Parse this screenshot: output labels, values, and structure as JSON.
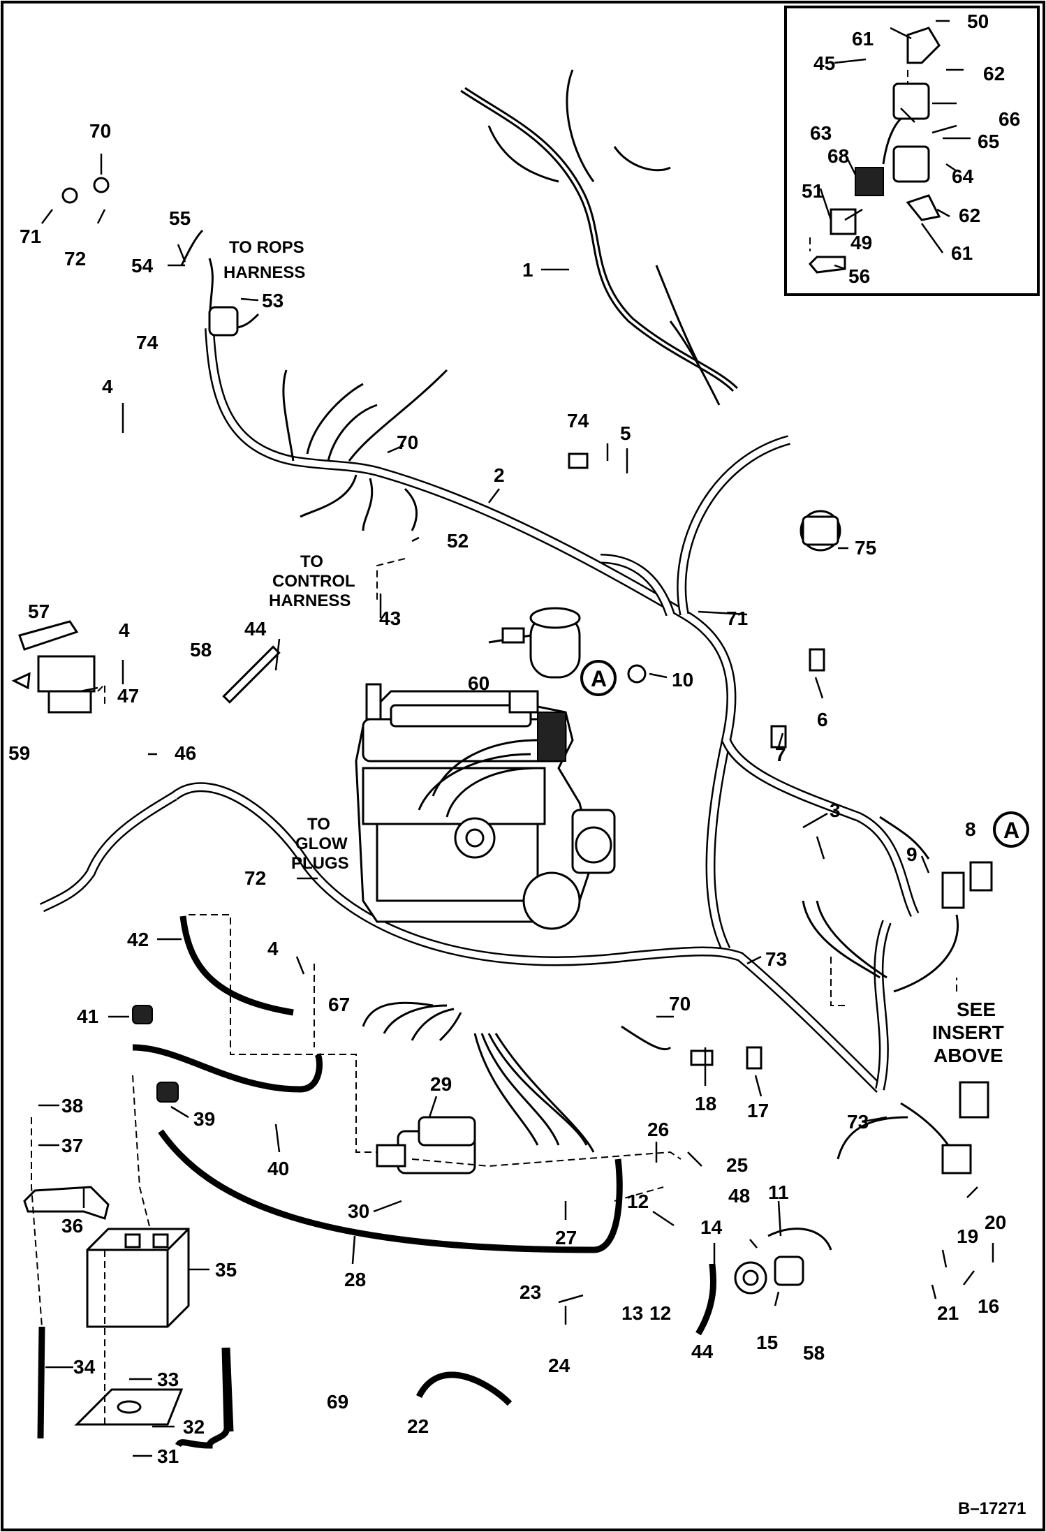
{
  "labels": {
    "p1": "1",
    "p2": "2",
    "p3": "3",
    "p4a": "4",
    "p4b": "4",
    "p4c": "4",
    "p5": "5",
    "p6": "6",
    "p7": "7",
    "p8": "8",
    "p9": "9",
    "p10": "10",
    "p11": "11",
    "p12a": "12",
    "p12b": "12",
    "p13": "13",
    "p14": "14",
    "p15": "15",
    "p16": "16",
    "p17": "17",
    "p18": "18",
    "p19": "19",
    "p20": "20",
    "p21": "21",
    "p22": "22",
    "p23": "23",
    "p24": "24",
    "p25": "25",
    "p26": "26",
    "p27": "27",
    "p28": "28",
    "p29": "29",
    "p30": "30",
    "p31": "31",
    "p32": "32",
    "p33": "33",
    "p34": "34",
    "p35": "35",
    "p36": "36",
    "p37": "37",
    "p38": "38",
    "p39": "39",
    "p40": "40",
    "p41": "41",
    "p42": "42",
    "p43": "43",
    "p44a": "44",
    "p44b": "44",
    "p45": "45",
    "p46": "46",
    "p47": "47",
    "p48": "48",
    "p49": "49",
    "p50": "50",
    "p51": "51",
    "p52": "52",
    "p53": "53",
    "p54": "54",
    "p55": "55",
    "p56": "56",
    "p57": "57",
    "p58a": "58",
    "p58b": "58",
    "p59": "59",
    "p60": "60",
    "p61a": "61",
    "p61b": "61",
    "p62a": "62",
    "p62b": "62",
    "p63": "63",
    "p64": "64",
    "p65": "65",
    "p66": "66",
    "p67": "67",
    "p68": "68",
    "p69": "69",
    "p70a": "70",
    "p70b": "70",
    "p70c": "70",
    "p71a": "71",
    "p71b": "71",
    "p72a": "72",
    "p72b": "72",
    "p73a": "73",
    "p73b": "73",
    "p74a": "74",
    "p74b": "74",
    "p75": "75"
  },
  "notes": {
    "to_rops_1": "TO ROPS",
    "to_rops_2": "HARNESS",
    "to_control_1": "TO",
    "to_control_2": "CONTROL",
    "to_control_3": "HARNESS",
    "to_glow_1": "TO",
    "to_glow_2": "GLOW",
    "to_glow_3": "PLUGS",
    "see_insert_1": "SEE",
    "see_insert_2": "INSERT",
    "see_insert_3": "ABOVE",
    "ref_a_1": "A",
    "ref_a_2": "A"
  },
  "drawing_number": "B–17271"
}
